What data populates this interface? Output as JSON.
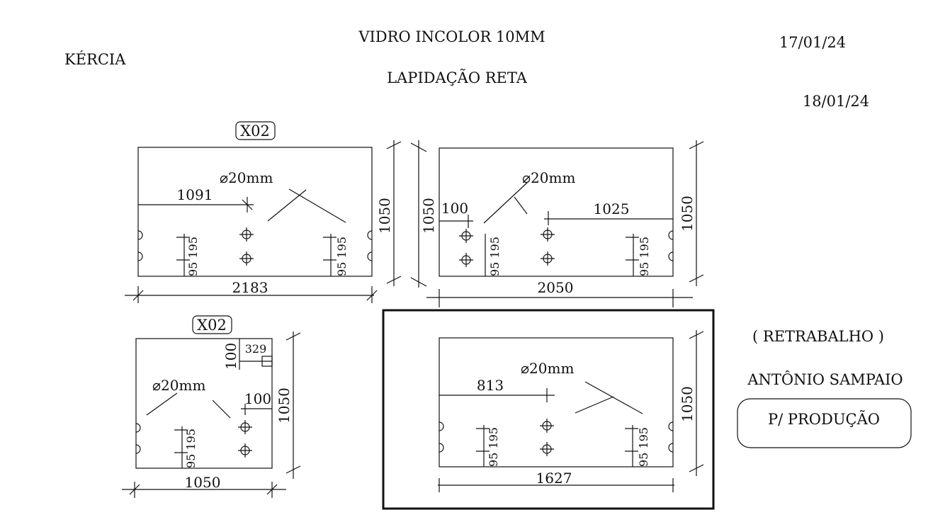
{
  "header": {
    "client": "KÉRCIA",
    "title": "VIDRO INCOLOR 10MM",
    "subtitle": "LAPIDAÇÃO RETA",
    "date1": "17/01/24",
    "date2": "18/01/24"
  },
  "side": {
    "rework": "( RETRABALHO )",
    "person": "ANTÔNIO SAMPAIO",
    "production_label": "P/ PRODUÇÃO"
  },
  "panels": {
    "p1": {
      "tag": "X02",
      "hole": "⌀20mm",
      "offset": "1091",
      "height": "1050",
      "width": "2183",
      "hinge_left": "95 195",
      "hinge_right": "95 195"
    },
    "p2": {
      "hole": "⌀20mm",
      "offset_left": "100",
      "offset_right": "1025",
      "height_left": "1050",
      "height_right": "1050",
      "width": "2050",
      "hinge_left": "95 195",
      "hinge_right": "95 195"
    },
    "p3": {
      "tag": "X02",
      "hole": "⌀20mm",
      "notch_w": "329",
      "notch_h": "100",
      "offset": "100",
      "height": "1050",
      "width": "1050",
      "hinge": "95 195"
    },
    "p4": {
      "hole": "⌀20mm",
      "offset": "813",
      "height": "1050",
      "width": "1627",
      "hinge_left": "95 195",
      "hinge_right": "95 195"
    }
  }
}
